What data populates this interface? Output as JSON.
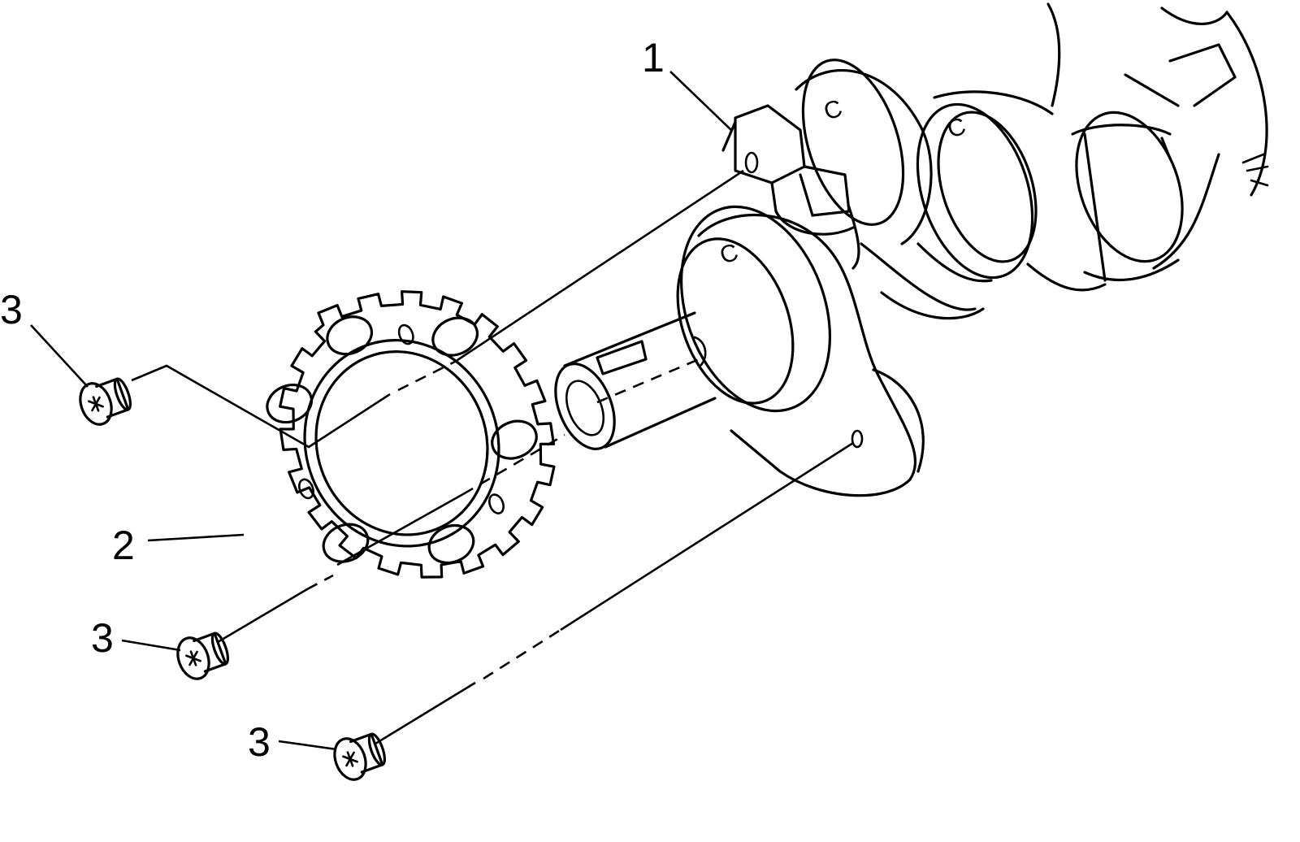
{
  "diagram": {
    "callouts": {
      "crankshaft": "1",
      "reluctor_ring": "2",
      "bolt_a": "3",
      "bolt_b": "3",
      "bolt_c": "3"
    },
    "marks": {
      "web_1": "C",
      "web_2": "C",
      "web_3": "C"
    }
  }
}
